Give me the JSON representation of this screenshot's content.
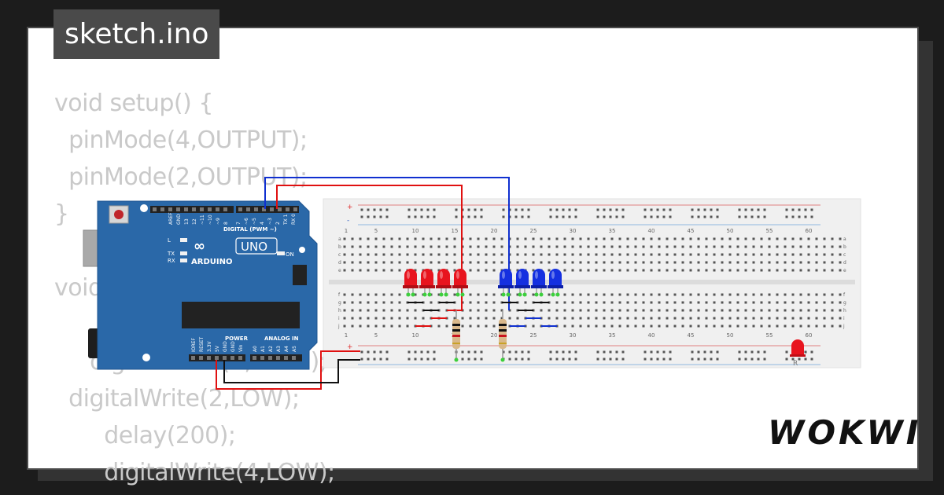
{
  "title": "sketch.ino",
  "code_lines": [
    "void setup() {",
    "  pinMode(4,OUTPUT);",
    "  pinMode(2,OUTPUT);",
    "}",
    "",
    "void loop() {",
    "",
    "     digitalWrite(4,HIGH);",
    "  digitalWrite(2,LOW);",
    "       delay(200);",
    "       digitalWrite(4,LOW);"
  ],
  "brand": "WOKWI",
  "arduino": {
    "name": "UNO",
    "brand_label": "ARDUINO",
    "digital_header": "DIGITAL (PWM ~)",
    "power_header": "POWER",
    "analog_header": "ANALOG IN",
    "on_label": "ON",
    "pin_labels_digital": [
      "AREF",
      "GND",
      "13",
      "12",
      "~11",
      "~10",
      "~9",
      "8",
      "7",
      "~6",
      "~5",
      "4",
      "~3",
      "2",
      "TX 1",
      "RX 0"
    ],
    "pin_labels_power": [
      "IOREF",
      "RESET",
      "3.3V",
      "5V",
      "GND",
      "GND",
      "Vin"
    ],
    "pin_labels_analog": [
      "A0",
      "A1",
      "A2",
      "A3",
      "A4",
      "A5"
    ],
    "led_labels": [
      "L",
      "TX",
      "RX"
    ]
  },
  "breadboard": {
    "column_numbers": [
      "1",
      "5",
      "10",
      "15",
      "20",
      "25",
      "30",
      "35",
      "40",
      "45",
      "50",
      "55",
      "60"
    ],
    "rows_top": [
      "a",
      "b",
      "c",
      "d",
      "e"
    ],
    "rows_bottom": [
      "f",
      "g",
      "h",
      "i",
      "j"
    ],
    "rail_plus": "+",
    "rail_minus": "-"
  },
  "components": {
    "red_leds": 4,
    "blue_leds": 4,
    "extra_led_label": "R",
    "colors": {
      "red_led": "#e8141e",
      "blue_led": "#1530e0",
      "wire_red": "#e01010",
      "wire_blue": "#1030d0",
      "wire_black": "#111111",
      "arduino_board": "#2a68a8"
    }
  }
}
